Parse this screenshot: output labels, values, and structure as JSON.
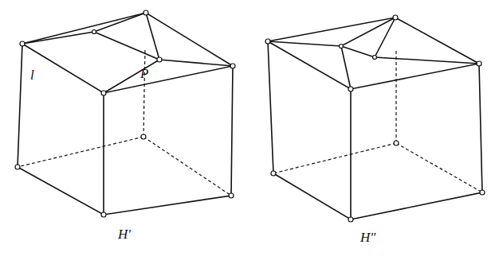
{
  "diagram": {
    "labels": [
      "l",
      "P",
      "H′",
      "H″"
    ]
  }
}
